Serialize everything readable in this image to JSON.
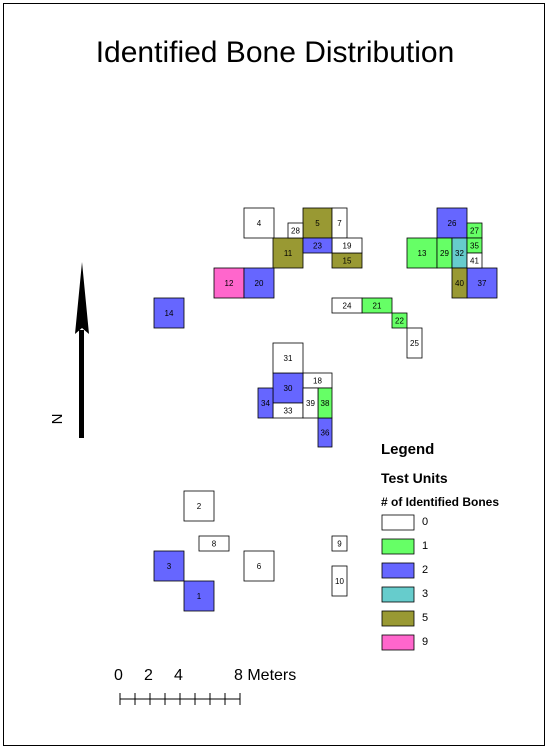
{
  "title": "Identified Bone Distribution",
  "north_label": "N",
  "legend": {
    "title": "Legend",
    "subtitle": "Test Units",
    "heading": "# of Identified Bones",
    "items": [
      {
        "label": "0",
        "color": "#ffffff"
      },
      {
        "label": "1",
        "color": "#66ff66"
      },
      {
        "label": "2",
        "color": "#6666ff"
      },
      {
        "label": "3",
        "color": "#66cccc"
      },
      {
        "label": "5",
        "color": "#999933"
      },
      {
        "label": "9",
        "color": "#ff66cc"
      }
    ]
  },
  "scale_bar": {
    "labels": [
      "0",
      "2",
      "4",
      "8 Meters"
    ]
  },
  "units": [
    {
      "id": "1",
      "bones": 2
    },
    {
      "id": "2",
      "bones": 0
    },
    {
      "id": "3",
      "bones": 2
    },
    {
      "id": "4",
      "bones": 0
    },
    {
      "id": "5",
      "bones": 5
    },
    {
      "id": "6",
      "bones": 0
    },
    {
      "id": "7",
      "bones": 0
    },
    {
      "id": "8",
      "bones": 0
    },
    {
      "id": "9",
      "bones": 0
    },
    {
      "id": "10",
      "bones": 0
    },
    {
      "id": "11",
      "bones": 5
    },
    {
      "id": "12",
      "bones": 9
    },
    {
      "id": "13",
      "bones": 1
    },
    {
      "id": "14",
      "bones": 2
    },
    {
      "id": "15",
      "bones": 5
    },
    {
      "id": "18",
      "bones": 0
    },
    {
      "id": "19",
      "bones": 0
    },
    {
      "id": "20",
      "bones": 2
    },
    {
      "id": "21",
      "bones": 1
    },
    {
      "id": "22",
      "bones": 1
    },
    {
      "id": "23",
      "bones": 2
    },
    {
      "id": "24",
      "bones": 0
    },
    {
      "id": "25",
      "bones": 0
    },
    {
      "id": "26",
      "bones": 2
    },
    {
      "id": "27",
      "bones": 1
    },
    {
      "id": "28",
      "bones": 0
    },
    {
      "id": "29",
      "bones": 1
    },
    {
      "id": "30",
      "bones": 2
    },
    {
      "id": "31",
      "bones": 0
    },
    {
      "id": "32",
      "bones": 3
    },
    {
      "id": "33",
      "bones": 0
    },
    {
      "id": "34",
      "bones": 2
    },
    {
      "id": "35",
      "bones": 1
    },
    {
      "id": "36",
      "bones": 2
    },
    {
      "id": "37",
      "bones": 2
    },
    {
      "id": "38",
      "bones": 1
    },
    {
      "id": "39",
      "bones": 0
    },
    {
      "id": "40",
      "bones": 5
    },
    {
      "id": "41",
      "bones": 0
    }
  ]
}
